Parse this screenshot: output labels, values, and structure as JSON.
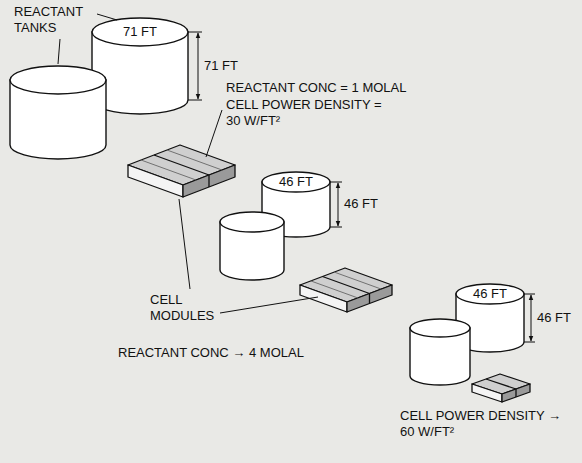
{
  "diagram": {
    "labels": [
      "REACTANT TANKS",
      "71 FT",
      "71 FT",
      "REACTANT CONC = 1 MOLAL",
      "CELL POWER DENSITY = 30 W/FT²",
      "46 FT",
      "46 FT",
      "CELL MODULES",
      "REACTANT CONC → 4 MOLAL",
      "46 FT",
      "46 FT",
      "CELL POWER DENSITY → 60 W/FT²"
    ]
  }
}
